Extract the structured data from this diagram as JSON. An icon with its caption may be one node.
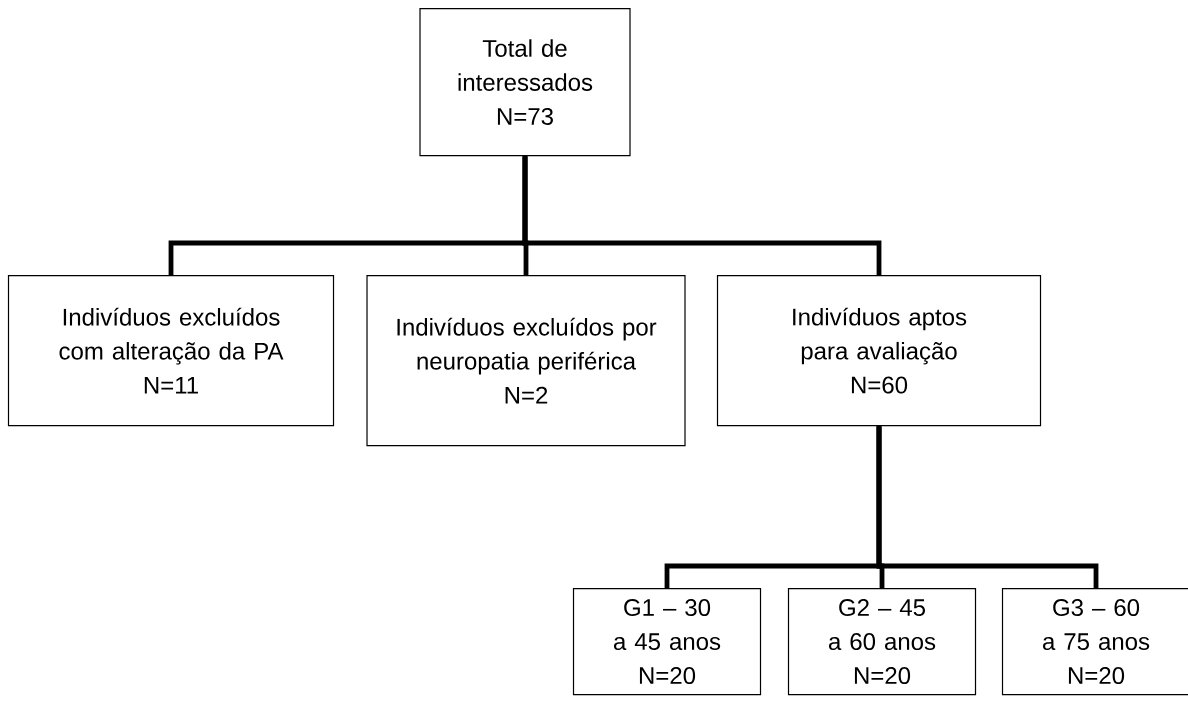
{
  "diagram": {
    "nodes": [
      {
        "text": [
          "Total de interessados",
          "N=73"
        ]
      },
      {
        "text": [
          "Indivíduos excluídos com alteração da PA",
          "N=11"
        ]
      },
      {
        "text": [
          "Indivíduos excluídos por neuropatia periférica",
          "N=2"
        ]
      },
      {
        "text": [
          "Indivíduos aptos para avaliação",
          "N=60"
        ]
      },
      {
        "text": [
          "G1 – 30 a 45 anos",
          "N=20"
        ]
      },
      {
        "text": [
          "G2 – 45 a 60 anos",
          "N=20"
        ]
      },
      {
        "text": [
          "G3 – 60 a 75 anos",
          "N=20"
        ]
      }
    ],
    "edges": [
      {
        "from": 0,
        "to": 1,
        "arrow": "none"
      },
      {
        "from": 0,
        "to": 2,
        "arrow": "none"
      },
      {
        "from": 0,
        "to": 3,
        "arrow": "none"
      },
      {
        "from": 3,
        "to": 4,
        "arrow": "none"
      },
      {
        "from": 3,
        "to": 5,
        "arrow": "none"
      },
      {
        "from": 3,
        "to": 6,
        "arrow": "none"
      }
    ]
  }
}
